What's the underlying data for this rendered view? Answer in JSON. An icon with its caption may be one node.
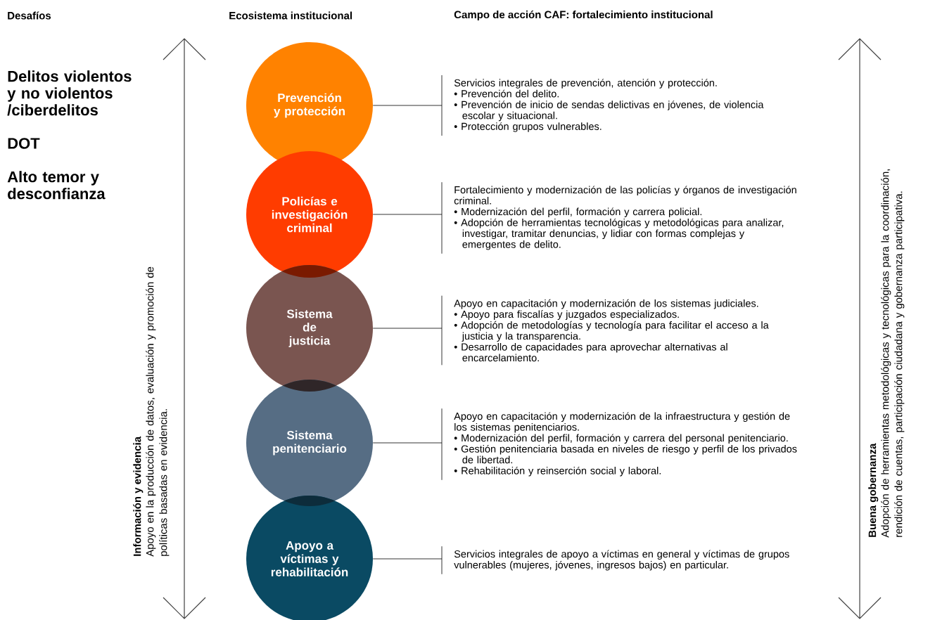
{
  "diagram": {
    "nodes": [
      {
        "text": [
          "Prevención y protección"
        ]
      },
      {
        "text": [
          "Policías e investigación criminal"
        ]
      },
      {
        "text": [
          "Sistema de justicia"
        ]
      },
      {
        "text": [
          "Sistema penitenciario"
        ]
      },
      {
        "text": [
          "Apoyo a víctimas y rehabilitación"
        ]
      },
      {
        "text": [
          "Servicios integrales de prevención, atención y protección.",
          "• Prevención del delito.",
          "• Prevención de inicio de sendas delictivas en jóvenes, de violencia escolar y situacional.",
          "• Protección grupos vulnerables."
        ]
      },
      {
        "text": [
          "Fortalecimiento y modernización de las policías y órganos de investigación criminal.",
          "• Modernización del perfil, formación y carrera policial.",
          "• Adopción de herramientas tecnológicas y metodológicas para analizar, investigar, tramitar denuncias, y lidiar con formas complejas y emergentes de delito."
        ]
      },
      {
        "text": [
          "Apoyo en capacitación y modernización de los sistemas judiciales.",
          "• Apoyo para fiscalías y juzgados especializados.",
          "• Adopción de metodologías y tecnología para facilitar el acceso a la justicia y la transparencia.",
          "• Desarrollo de capacidades para aprovechar alternativas al encarcelamiento."
        ]
      },
      {
        "text": [
          "Apoyo en capacitación y modernización de la infraestructura y gestión de los sistemas penitenciarios.",
          "• Modernización del perfil, formación y carrera del personal penitenciario.",
          "• Gestión penitenciaria basada en niveles de riesgo y perfil de los privados de libertad.",
          "• Rehabilitación y reinserción social y laboral."
        ]
      },
      {
        "text": [
          "Servicios integrales de apoyo a víctimas en general y víctimas de grupos vulnerables (mujeres, jóvenes, ingresos bajos) en particular."
        ]
      }
    ],
    "edges": [
      {
        "from": 0,
        "to": 5,
        "arrow": "none"
      },
      {
        "from": 1,
        "to": 6,
        "arrow": "none"
      },
      {
        "from": 2,
        "to": 7,
        "arrow": "none"
      },
      {
        "from": 3,
        "to": 8,
        "arrow": "none"
      },
      {
        "from": 4,
        "to": 9,
        "arrow": "none"
      }
    ],
    "labels": [
      "Desafíos",
      "Ecosistema institucional",
      "Campo de acción CAF: fortalecimiento institucional",
      "Delitos violentos y no violentos /ciberdelitos",
      "DOT",
      "Alto temor y desconfianza",
      "Información y evidencia",
      "Apoyo en la producción de datos, evaluación y promoción de políticas basadas en evidencia.",
      "Buena gobernanza",
      "Adopción de herramientas metodológicas y tecnológicas para la coordinación, rendición de cuentas, participación ciudadana y gobernanza participativa."
    ]
  }
}
